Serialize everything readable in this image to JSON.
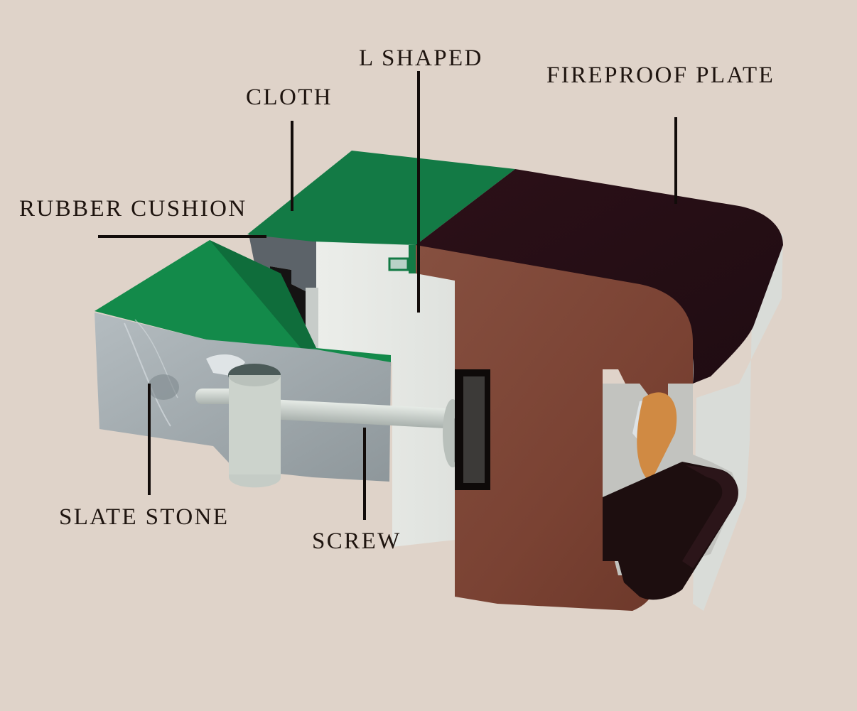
{
  "diagram": {
    "subject": "Billiard table rail cross-section",
    "labels": {
      "l_shaped": "L SHAPED",
      "fireproof_plate": "FIREPROOF PLATE",
      "cloth": "CLOTH",
      "rubber_cushion": "RUBBER CUSHION",
      "slate_stone": "SLATE STONE",
      "screw": "SCREW"
    },
    "colors": {
      "background": "#dfd3c9",
      "cloth_green": "#137a45",
      "rail_wood": "#7a4232",
      "rail_top": "#2a1119",
      "slate": "#9fa6aa",
      "screw_metal": "#c9cfca",
      "cushion_gray": "#5c6369",
      "text": "#1e140f"
    }
  }
}
